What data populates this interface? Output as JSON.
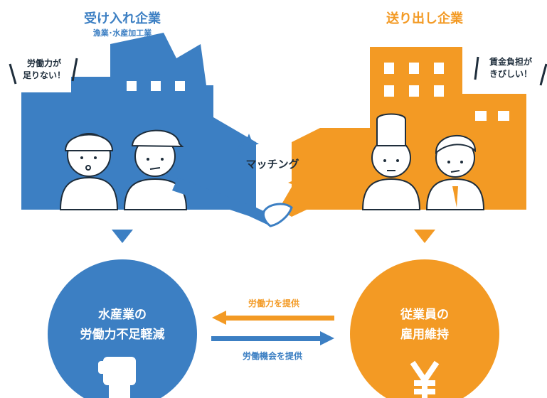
{
  "colors": {
    "blue": "#3c7fc3",
    "orange": "#f39a24",
    "dark": "#1e2d3b",
    "skin": "#ffffff"
  },
  "left": {
    "title": "受け入れ企業",
    "subtitle": "漁業･水産加工業",
    "bubble_line1": "労働力が",
    "bubble_line2": "足りない！",
    "circle_line1": "水産業の",
    "circle_line2": "労働力不足軽減",
    "circle_icon": "fist-icon"
  },
  "right": {
    "title": "送り出し企業",
    "bubble_line1": "賃金負担が",
    "bubble_line2": "きびしい！",
    "circle_line1": "従業員の",
    "circle_line2": "雇用維持",
    "circle_icon": "yen-icon"
  },
  "center": {
    "matching_label": "マッチング",
    "arrow_top_label": "労働力を提供",
    "arrow_bottom_label": "労働機会を提供"
  }
}
